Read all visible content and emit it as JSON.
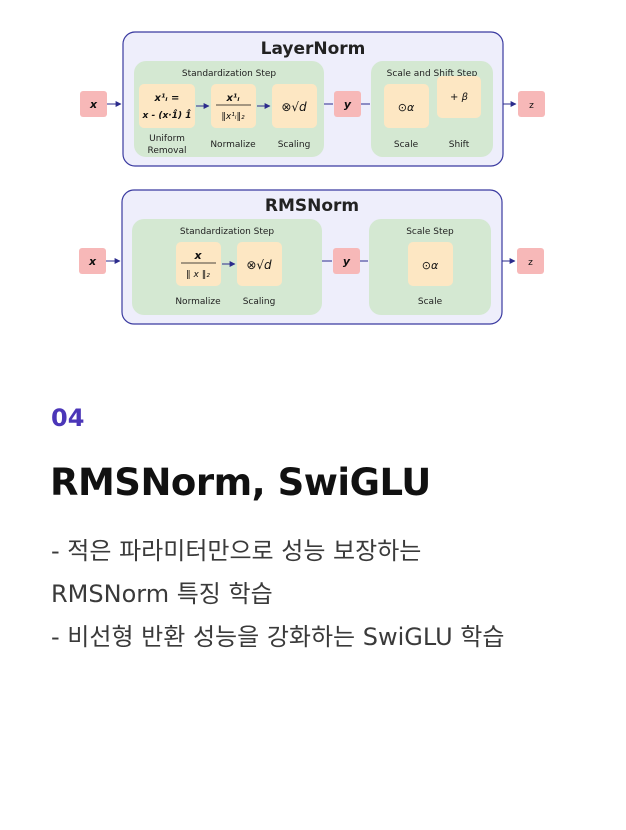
{
  "diagram": {
    "layernorm": {
      "title": "LayerNorm",
      "standardization_title": "Standardization Step",
      "scale_shift_title": "Scale and Shift Step",
      "input": "x",
      "output": "z",
      "middle": "y",
      "uniform_removal": {
        "line1": "x¹ᵢ =",
        "line2": "x - (x·1̂) 1̂",
        "label1": "Uniform",
        "label2": "Removal"
      },
      "normalize": {
        "numerator": "x¹ᵢ",
        "denominator": "‖x¹ᵢ‖₂",
        "label": "Normalize"
      },
      "scaling": {
        "symbol": "⊗√d",
        "label": "Scaling"
      },
      "scale": {
        "symbol": "⊙α",
        "label": "Scale"
      },
      "shift": {
        "symbol": "+ β",
        "label": "Shift"
      }
    },
    "rmsnorm": {
      "title": "RMSNorm",
      "standardization_title": "Standardization Step",
      "scale_title": "Scale Step",
      "input": "x",
      "output": "z",
      "middle": "y",
      "normalize": {
        "numerator": "x",
        "denominator": "‖ x ‖₂",
        "label": "Normalize"
      },
      "scaling": {
        "symbol": "⊗√d",
        "label": "Scaling"
      },
      "scale": {
        "symbol": "⊙α",
        "label": "Scale"
      }
    }
  },
  "section": {
    "number": "04",
    "title": "RMSNorm, SwiGLU",
    "lines": [
      "- 적은 파라미터만으로 성능 보장하는",
      "RMSNorm 특징 학습",
      "- 비선형 반환 성능을 강화하는 SwiGLU 학습"
    ]
  },
  "colors": {
    "accent": "#4b36b8",
    "outer_fill": "#eeeefb",
    "outer_stroke": "#3a3aa0",
    "step_fill": "#d4e8d2",
    "box_fill": "#fde7c3",
    "io_fill": "#f7b8b8",
    "arrow": "#2b2b8c"
  }
}
